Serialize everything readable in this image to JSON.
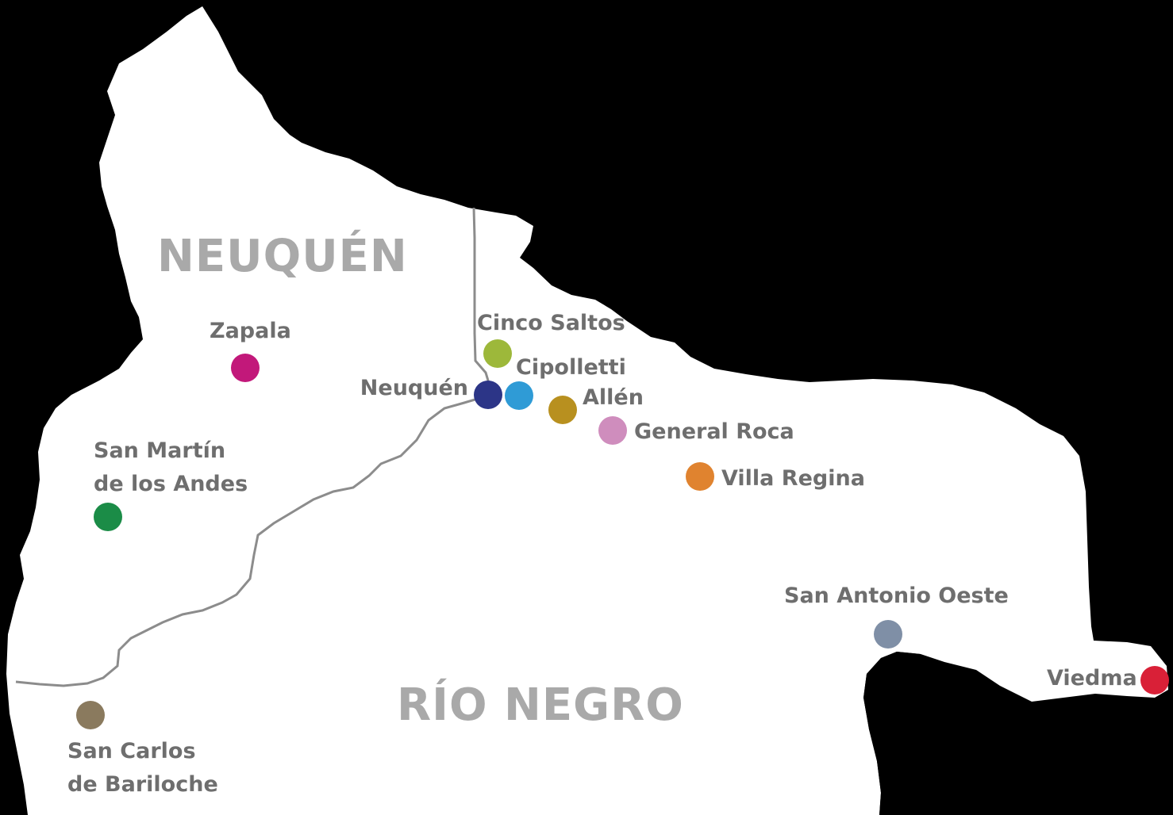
{
  "regions": {
    "neuquen": "NEUQUÉN",
    "rio_negro": "RÍO NEGRO"
  },
  "cities": {
    "zapala": {
      "name": "Zapala",
      "color": "#c2187a"
    },
    "san_martin": {
      "line1": "San Martín",
      "line2": "de los Andes",
      "color": "#1b8c47"
    },
    "cinco_saltos": {
      "name": "Cinco Saltos",
      "color": "#9db83a"
    },
    "cipolletti": {
      "name": "Cipolletti",
      "color": "#2f9bd6"
    },
    "neuquen": {
      "name": "Neuquén",
      "color": "#2c3587"
    },
    "allen": {
      "name": "Allén",
      "color": "#b8901f"
    },
    "general_roca": {
      "name": "General Roca",
      "color": "#cf8dbd"
    },
    "villa_regina": {
      "name": "Villa Regina",
      "color": "#e0832f"
    },
    "san_antonio": {
      "name": "San Antonio Oeste",
      "color": "#7f8fa6"
    },
    "viedma": {
      "name": "Viedma",
      "color": "#d92037"
    },
    "bariloche": {
      "line1": "San Carlos",
      "line2": "de Bariloche",
      "color": "#8a7a5e"
    }
  },
  "colors": {
    "land": "#ffffff",
    "background": "#000000",
    "border_line": "#8c8c8c"
  }
}
